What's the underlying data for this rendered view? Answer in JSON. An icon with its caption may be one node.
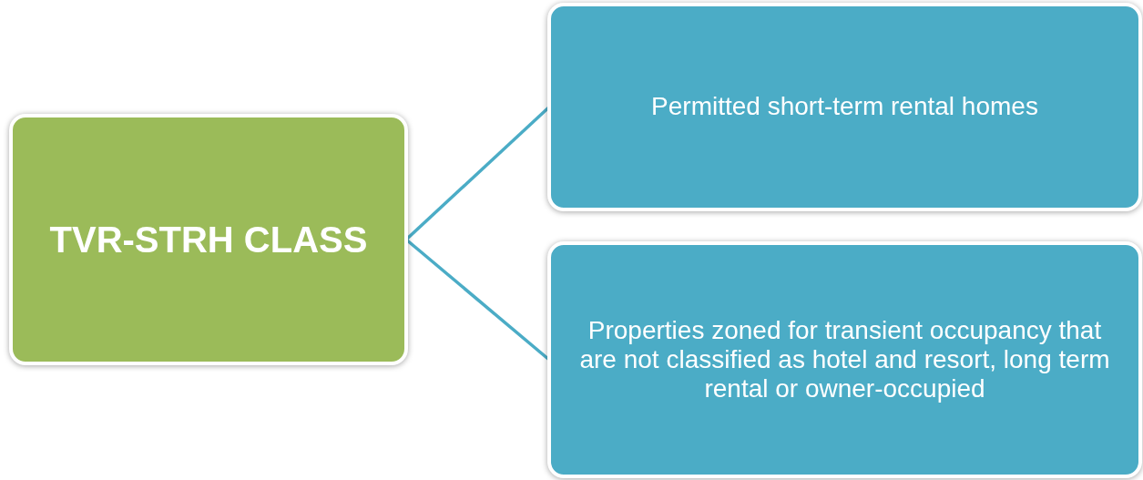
{
  "diagram": {
    "nodes": [
      {
        "text": [
          "TVR-STRH CLASS"
        ]
      },
      {
        "text": [
          "Permitted short-term rental homes"
        ]
      },
      {
        "text": [
          "Properties zoned for transient occupancy that are not classified as hotel and resort, long term rental or owner-occupied"
        ]
      }
    ],
    "edges": [
      {
        "from": 0,
        "to": 1,
        "arrow": "none"
      },
      {
        "from": 0,
        "to": 2,
        "arrow": "none"
      }
    ]
  }
}
